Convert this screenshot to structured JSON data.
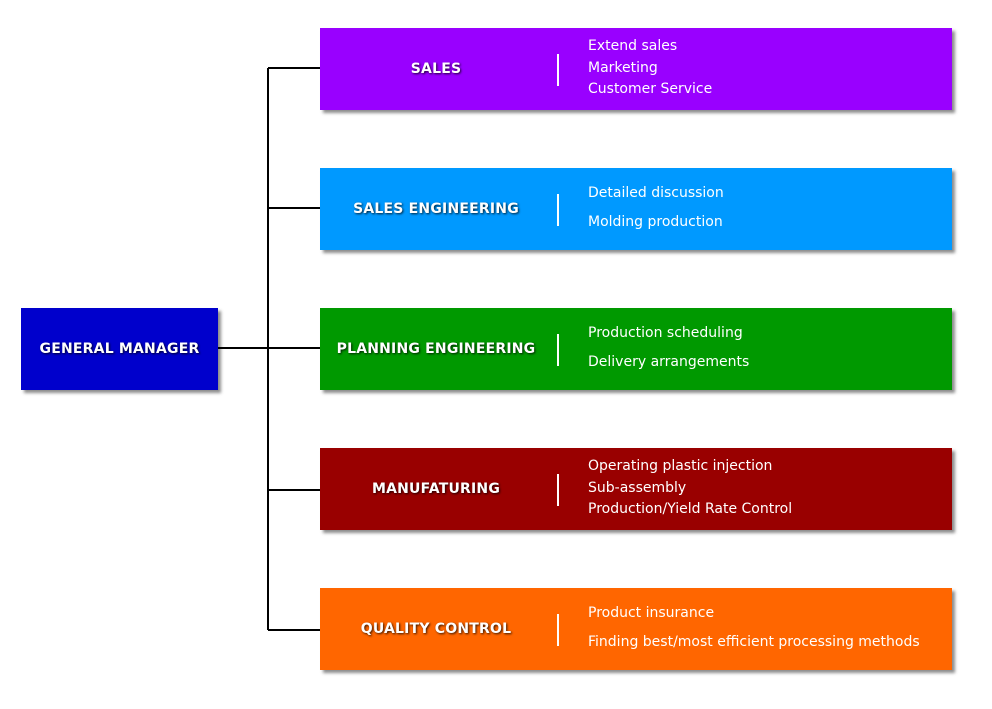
{
  "general_manager": {
    "label": "GENERAL MANAGER",
    "color": "#0000cc"
  },
  "departments": [
    {
      "label": "SALES",
      "color": "#9900ff",
      "tasks": [
        "Extend sales",
        "Marketing",
        "Customer Service"
      ]
    },
    {
      "label": "SALES ENGINEERING",
      "color": "#0099ff",
      "tasks": [
        "Detailed discussion",
        "Molding production"
      ]
    },
    {
      "label": "PLANNING ENGINEERING",
      "color": "#009900",
      "tasks": [
        "Production scheduling",
        "Delivery arrangements"
      ]
    },
    {
      "label": "MANUFATURING",
      "color": "#990000",
      "tasks": [
        "Operating plastic injection",
        "Sub-assembly",
        "Production/Yield Rate Control"
      ]
    },
    {
      "label": "QUALITY CONTROL",
      "color": "#ff6600",
      "tasks": [
        "Product insurance",
        "Finding best/most efficient processing methods"
      ]
    }
  ],
  "connector_color": "#000000"
}
